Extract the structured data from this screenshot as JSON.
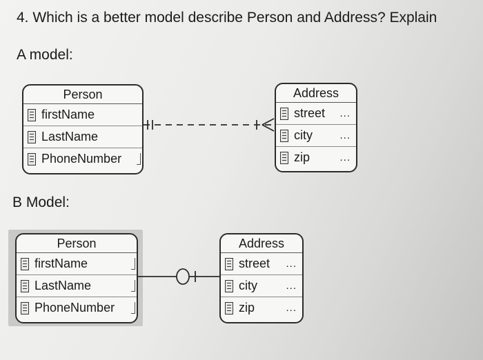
{
  "question": "4. Which is a better model describe Person and Address? Explain",
  "model_a": {
    "label": "A model:",
    "person": {
      "title": "Person",
      "fields": [
        "firstName",
        "LastName",
        "PhoneNumber"
      ]
    },
    "address": {
      "title": "Address",
      "fields": [
        "street",
        "city",
        "zip"
      ],
      "ellipsis": "..."
    }
  },
  "model_b": {
    "label": "B Model:",
    "person": {
      "title": "Person",
      "fields": [
        "firstName",
        "LastName",
        "PhoneNumber"
      ]
    },
    "address": {
      "title": "Address",
      "fields": [
        "street",
        "city",
        "zip"
      ],
      "ellipsis": "..."
    }
  }
}
